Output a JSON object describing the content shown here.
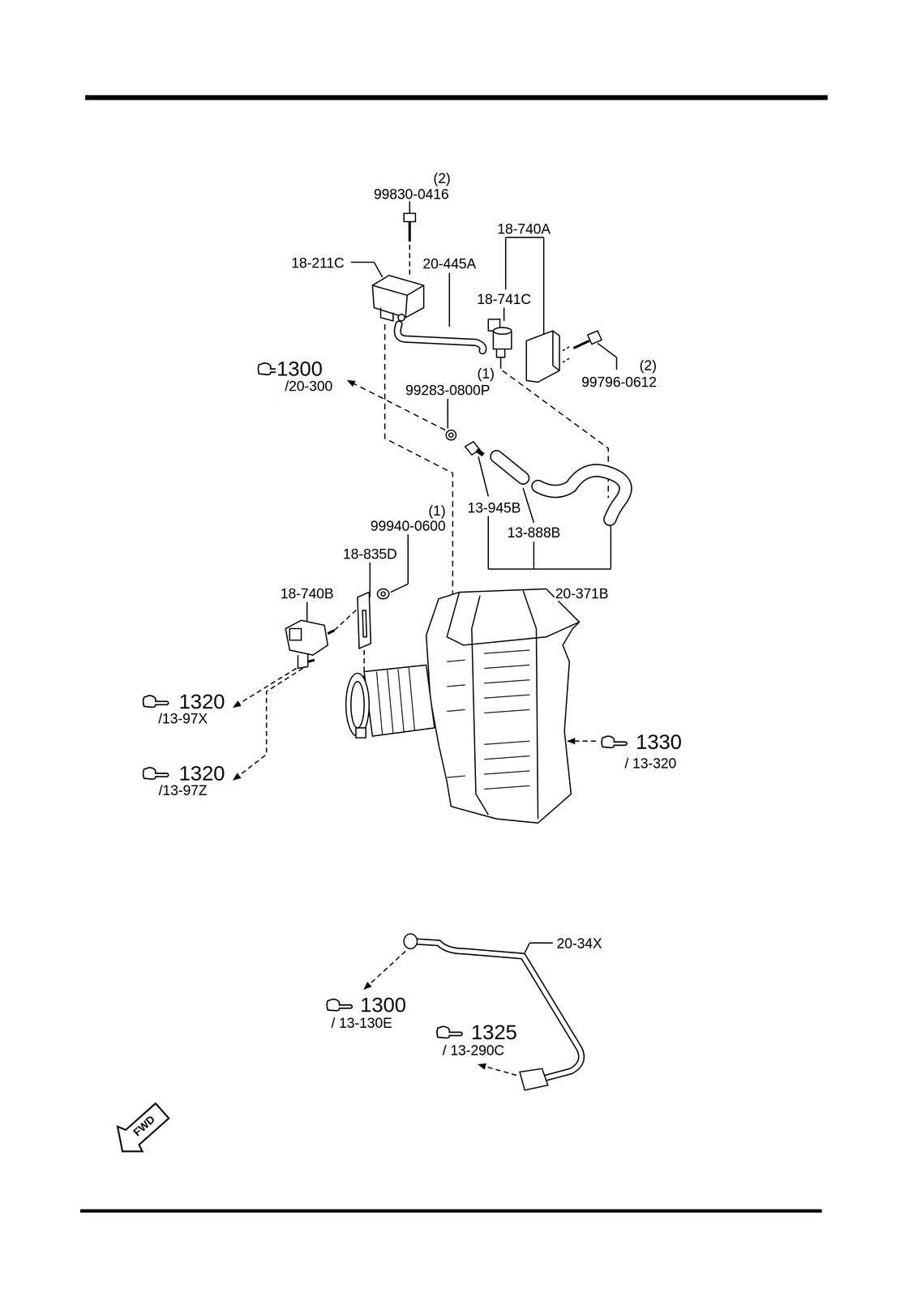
{
  "diagram": {
    "labels": [
      "(2)",
      "99830-0416",
      "18-740A",
      "18-211C",
      "20-445A",
      "18-741C",
      "1300",
      "/20-300",
      "(1)",
      "99283-0800P",
      "(2)",
      "99796-0612",
      "13-945B",
      "(1)",
      "99940-0600",
      "13-888B",
      "18-835D",
      "18-740B",
      "20-371B",
      "1320",
      "/13-97X",
      "1330",
      "/ 13-320",
      "1320",
      "/13-97Z",
      "20-34X",
      "1300",
      "/ 13-130E",
      "1325",
      "/ 13-290C",
      "FWD"
    ]
  }
}
